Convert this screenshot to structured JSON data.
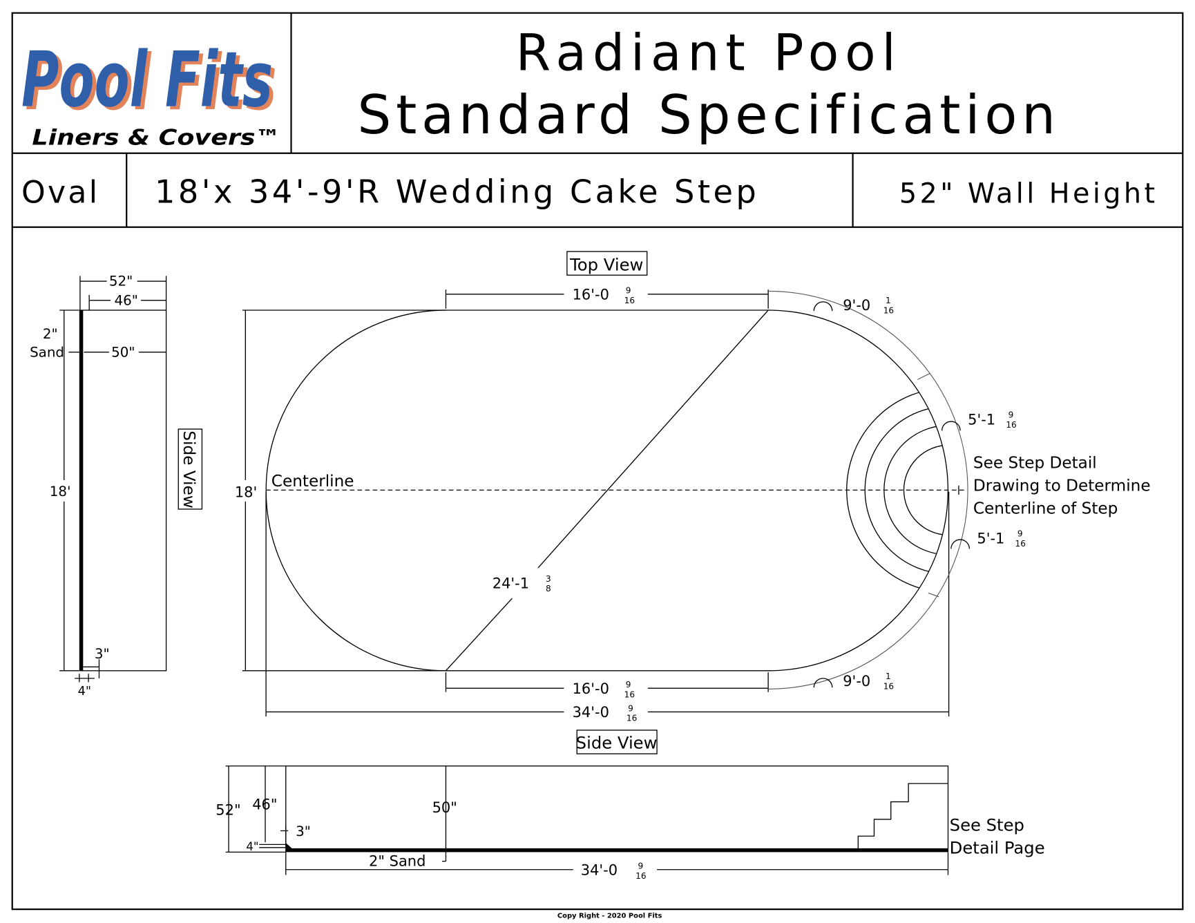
{
  "logo": {
    "brand": "Pool Fits",
    "tagline": "Liners & Covers™",
    "colors": {
      "blue": "#2f5ea8",
      "orange": "#e2835a"
    }
  },
  "header": {
    "title_line1": "Radiant Pool",
    "title_line2": "Standard Specification"
  },
  "spec_row": {
    "shape": "Oval",
    "size": "18'x 34'-9'R Wedding Cake Step",
    "wall_height": "52\" Wall Height"
  },
  "top_view": {
    "label": "Top View",
    "centerline": "Centerline",
    "width": "18'",
    "top_straight": {
      "whole": "16'-0",
      "num": "9",
      "den": "16"
    },
    "bottom_straight": {
      "whole": "16'-0",
      "num": "9",
      "den": "16"
    },
    "overall_length": {
      "whole": "34'-0",
      "num": "9",
      "den": "16"
    },
    "diagonal": {
      "whole": "24'-1",
      "num": "3",
      "den": "8"
    },
    "arc_top": {
      "whole": "9'-0",
      "num": "1",
      "den": "16"
    },
    "arc_bottom": {
      "whole": "9'-0",
      "num": "1",
      "den": "16"
    },
    "step_arc_top": {
      "whole": "5'-1",
      "num": "9",
      "den": "16"
    },
    "step_arc_bottom": {
      "whole": "5'-1",
      "num": "9",
      "den": "16"
    },
    "step_note": [
      "See Step Detail",
      "Drawing to Determine",
      "Centerline of Step"
    ]
  },
  "end_side_view": {
    "label": "Side View",
    "wall": "52\"",
    "wall_inner": "46\"",
    "depth": "50\"",
    "sand_top": "2\"",
    "sand_bottom": "Sand",
    "width": "18'",
    "cove": "3\"",
    "cove_base": "4\""
  },
  "long_side_view": {
    "label": "Side View",
    "wall": "52\"",
    "wall_inner": "46\"",
    "depth": "50\"",
    "cove": "3\"",
    "cove_base": "4\"",
    "sand": "2\" Sand",
    "length": {
      "whole": "34'-0",
      "num": "9",
      "den": "16"
    },
    "step_note": [
      "See Step",
      "Detail Page"
    ]
  },
  "footer": {
    "copyright": "Copy Right - 2020 Pool Fits"
  }
}
